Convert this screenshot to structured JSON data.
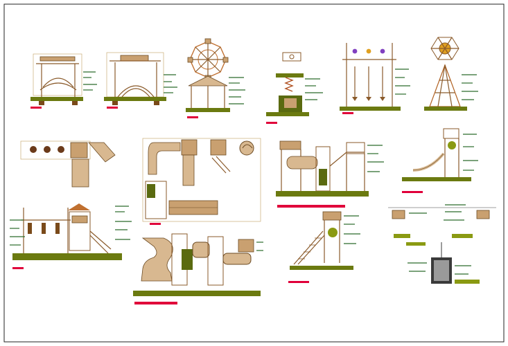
{
  "drawing": {
    "colors": {
      "frame": "#222222",
      "annotation_green": "#2a7a2a",
      "ground": "#6b7a10",
      "timber": "#8a5a2a",
      "title_tag_red": "#e0003a",
      "slide_tan": "#d8b890",
      "concrete_gray": "#3a3a3a"
    },
    "views": [
      {
        "id": "swing-arch-elevation"
      },
      {
        "id": "arch-bridge-elevation"
      },
      {
        "id": "gazebo-plan-elevation"
      },
      {
        "id": "spring-rider-section"
      },
      {
        "id": "swing-set-elevation"
      },
      {
        "id": "climbing-net-plan-elevation"
      },
      {
        "id": "tower-swing-plan-elevation"
      },
      {
        "id": "slide-tower-plan"
      },
      {
        "id": "slide-tower-elevation"
      },
      {
        "id": "small-slide-elevation"
      },
      {
        "id": "tube-slide-elevation"
      },
      {
        "id": "stair-platform-elevation"
      },
      {
        "id": "footing-details"
      }
    ]
  }
}
